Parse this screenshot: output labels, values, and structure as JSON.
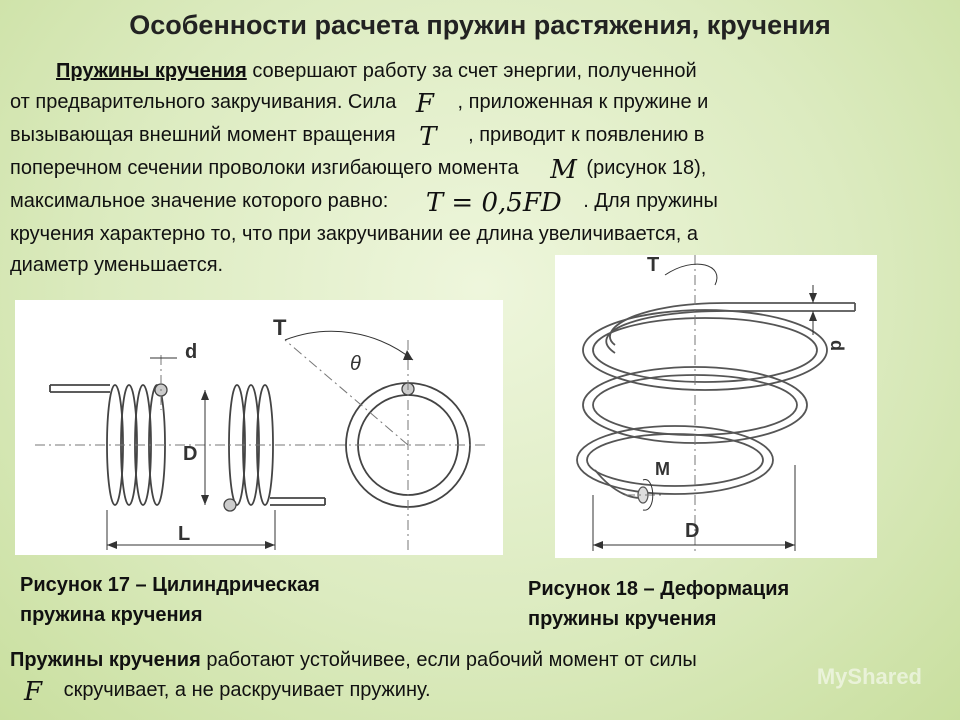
{
  "title": "Особенности расчета пружин растяжения, кручения",
  "paragraph": {
    "term": "Пружины кручения",
    "l1_rest": " совершают работу за счет энергии, полученной",
    "l2_a": "от предварительного закручивания. Сила",
    "l2_b": ", приложенная к пружине и",
    "l3_a": "вызывающая внешний момент вращения",
    "l3_b": ", приводит к появлению в",
    "l4_a": "поперечном сечении проволоки изгибающего момента",
    "l4_b": "(рисунок 18),",
    "l5_a": "максимальное значение которого равно:",
    "l5_b": ". Для пружины",
    "l6": "кручения характерно то, что при закручивании ее длина увеличивается, а",
    "l7": "диаметр уменьшается."
  },
  "math": {
    "F": "F",
    "T": "T",
    "M": "M",
    "formula": "T = 0,5FD"
  },
  "figure17": {
    "labels": {
      "d": "d",
      "D": "D",
      "L": "L",
      "T": "T",
      "theta": "θ"
    },
    "caption_line1": "Рисунок 17 – Цилиндрическая",
    "caption_line2": "пружина кручения"
  },
  "figure18": {
    "labels": {
      "T": "T",
      "d": "d",
      "M": "M",
      "D": "D"
    },
    "caption_line1": "Рисунок 18 – Деформация",
    "caption_line2": "пружины кручения"
  },
  "bottom": {
    "term": "Пружины кручения",
    "rest1": " работают устойчивее, если рабочий момент от силы",
    "rest2": " скручивает, а не раскручивает пружину."
  },
  "watermark": "MyShared"
}
